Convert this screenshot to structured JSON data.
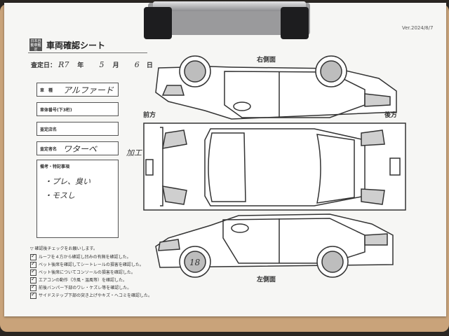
{
  "sheet": {
    "version": "Ver.2024/8/7",
    "logo_text": "日本自動車鑑定",
    "title": "車両確認シート"
  },
  "date": {
    "label": "査定日：",
    "year_value": "R7",
    "year_unit": "年",
    "month_value": "5",
    "month_unit": "月",
    "day_value": "6",
    "day_unit": "日"
  },
  "fields": [
    {
      "label": "車　種",
      "value": "アルファード"
    },
    {
      "label": "車体番号(下3桁)",
      "value": ""
    },
    {
      "label": "査定店名",
      "value": ""
    },
    {
      "label": "査定者名",
      "value": "ワターベ"
    }
  ],
  "notes": {
    "label": "備考・特記事項",
    "lines": [
      "・プレ、臭い",
      "・モスし"
    ]
  },
  "checklist": {
    "heading": "確認後チェックをお願いします。",
    "items": [
      {
        "text": "ルーフを４方から確認し凹みの有無を確認した。",
        "checked": true
      },
      {
        "text": "ベット後席を確認してシートレールの損害を確認した。",
        "checked": true
      },
      {
        "text": "ベット後席についてコンソールの損害を確認した。",
        "checked": true
      },
      {
        "text": "エアコンの動作（冷風・温風等）を確認した。",
        "checked": true
      },
      {
        "text": "前後バンパー下部のワレ・ケズレ等を確認した。",
        "checked": true
      },
      {
        "text": "サイドステップ下部の突き上げやキズ・ヘコミを確認した。",
        "checked": true
      }
    ]
  },
  "diagram": {
    "right_side": "右側面",
    "left_side": "左側面",
    "front": "前方",
    "rear": "後方",
    "side_note": "加工",
    "wheel_note": "18"
  },
  "colors": {
    "board": "#c9a37a",
    "paper": "#f6f6f4",
    "wheel": "#bdbdbd",
    "line": "#333333"
  }
}
